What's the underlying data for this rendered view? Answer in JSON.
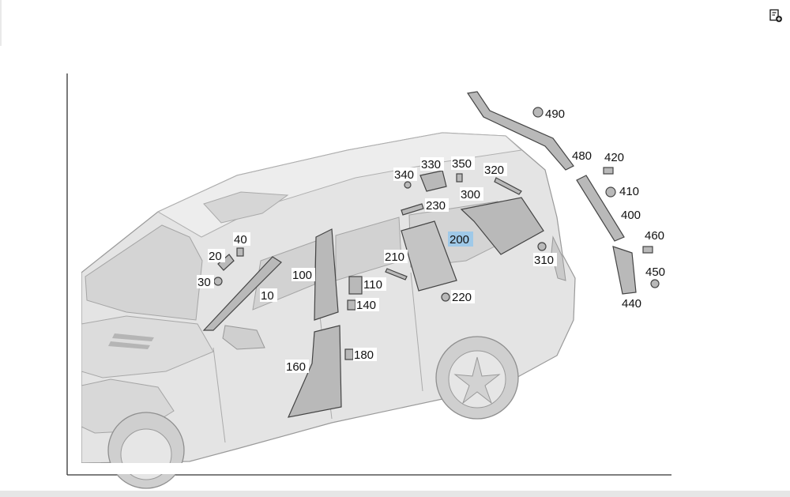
{
  "toolbar": {
    "corner_icon": "add-to-list-icon"
  },
  "callouts": [
    {
      "id": "c10",
      "text": "10"
    },
    {
      "id": "c20",
      "text": "20"
    },
    {
      "id": "c30",
      "text": "30"
    },
    {
      "id": "c40",
      "text": "40"
    },
    {
      "id": "c100",
      "text": "100"
    },
    {
      "id": "c110",
      "text": "110"
    },
    {
      "id": "c140",
      "text": "140"
    },
    {
      "id": "c160",
      "text": "160"
    },
    {
      "id": "c180",
      "text": "180"
    },
    {
      "id": "c200",
      "text": "200",
      "highlighted": true
    },
    {
      "id": "c210",
      "text": "210"
    },
    {
      "id": "c220",
      "text": "220"
    },
    {
      "id": "c230",
      "text": "230"
    },
    {
      "id": "c300",
      "text": "300"
    },
    {
      "id": "c310",
      "text": "310"
    },
    {
      "id": "c320",
      "text": "320"
    },
    {
      "id": "c330",
      "text": "330"
    },
    {
      "id": "c340",
      "text": "340"
    },
    {
      "id": "c350",
      "text": "350"
    },
    {
      "id": "c400",
      "text": "400"
    },
    {
      "id": "c410",
      "text": "410"
    },
    {
      "id": "c420",
      "text": "420"
    },
    {
      "id": "c440",
      "text": "440"
    },
    {
      "id": "c450",
      "text": "450"
    },
    {
      "id": "c460",
      "text": "460"
    },
    {
      "id": "c480",
      "text": "480"
    },
    {
      "id": "c490",
      "text": "490"
    }
  ],
  "colors": {
    "highlight": "#9fc9e8",
    "car_body": "#e3e3e3",
    "trim_part": "#b9b9b9",
    "outline": "#444444"
  }
}
